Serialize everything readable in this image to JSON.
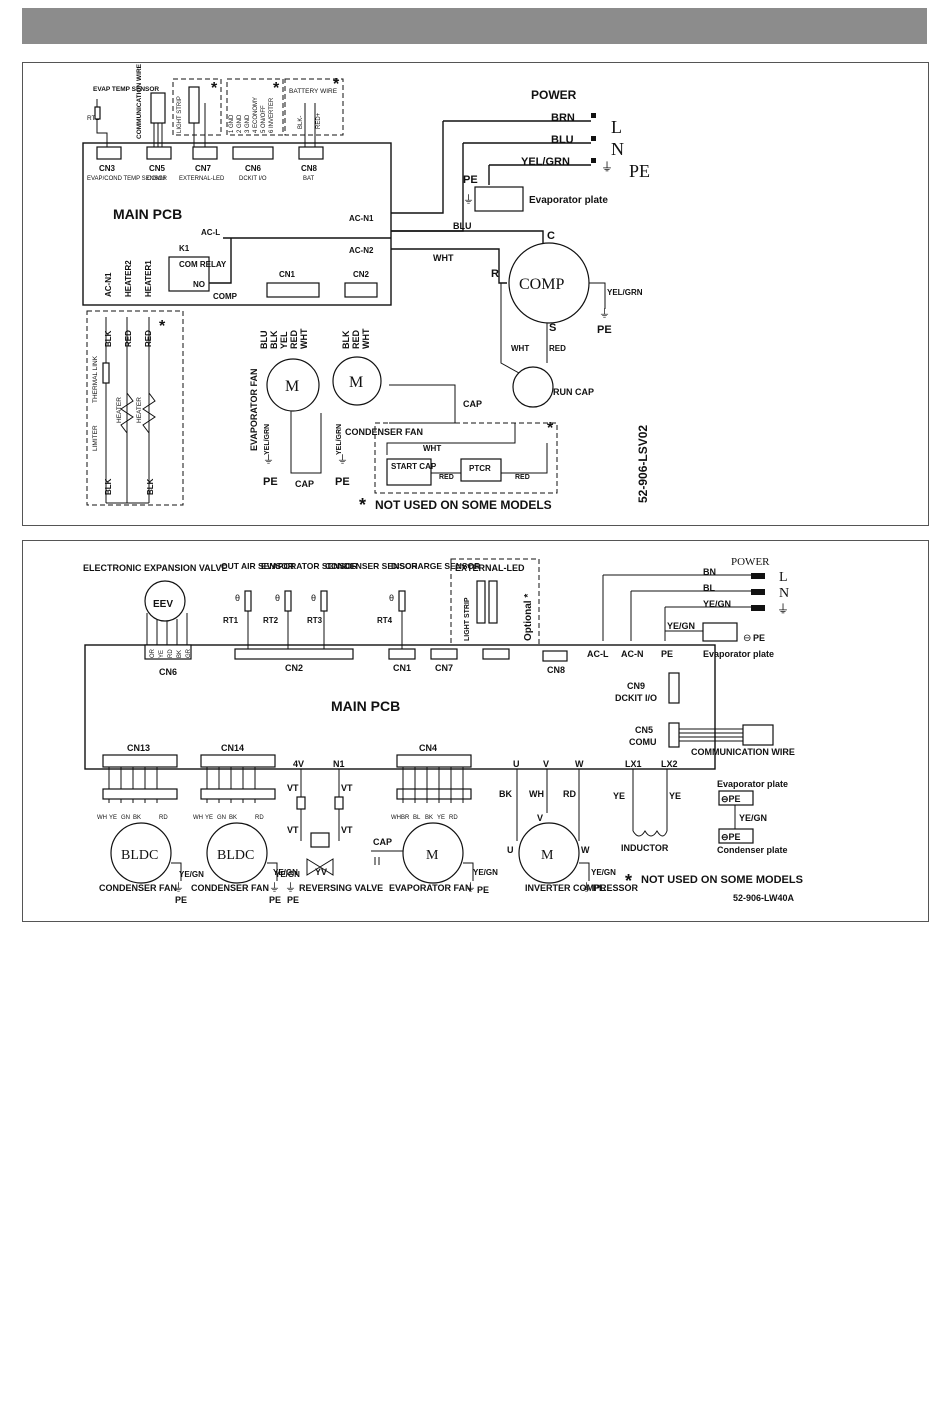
{
  "diagram1": {
    "model_code": "52-906-LSV02",
    "main_pcb": "MAIN PCB",
    "note": "NOT USED ON SOME MODELS",
    "asterisk": "*",
    "power": {
      "title": "POWER",
      "wires": [
        "BRN",
        "BLU",
        "YEL/GRN"
      ],
      "terminals": [
        "L",
        "N",
        "PE"
      ]
    },
    "pe": "PE",
    "evaporator_plate": "Evaporator plate",
    "sensors": {
      "evap_temp_sensor": "EVAP TEMP SENSOR",
      "rt1": "RT1",
      "communication_wire": "COMMUNICATION WIRE",
      "light_strip": "LIGHT STRIP",
      "battery_wire": "BATTERY WIRE",
      "blk_minus": "BLK-",
      "red_plus": "RED+",
      "dckit_pins": [
        "1 GND",
        "2 GND",
        "3 GND",
        "4 ECONOMY",
        "5 ON/OFF",
        "6 INVERTER"
      ]
    },
    "connectors": [
      {
        "id": "CN3",
        "label": "EVAP/COND TEMP SENSOR"
      },
      {
        "id": "CN5",
        "label": "COMU"
      },
      {
        "id": "CN7",
        "label": "EXTERNAL-LED"
      },
      {
        "id": "CN6",
        "label": "DCKIT I/O"
      },
      {
        "id": "CN8",
        "label": "BAT"
      }
    ],
    "ac_n1": "AC-N1",
    "ac_n2": "AC-N2",
    "ac_l": "AC-L",
    "k1": "K1",
    "com_relay": "COM RELAY",
    "no": "NO",
    "comp_terminal": "COMP",
    "wire_blu": "BLU",
    "wire_wht": "WHT",
    "wire_red": "RED",
    "wire_blk": "BLK",
    "wire_yelgrn": "YEL/GRN",
    "comp": {
      "label": "COMP",
      "c": "C",
      "r": "R",
      "s": "S"
    },
    "run_cap": "RUN CAP",
    "cn1": "CN1",
    "cn2": "CN2",
    "cn1_wires": [
      "BLU",
      "BLK",
      "YEL",
      "RED",
      "WHT"
    ],
    "cn2_wires": [
      "BLK",
      "RED",
      "WHT"
    ],
    "evaporator_fan": "EVAPORATOR  FAN",
    "condenser_fan": "CONDENSER  FAN",
    "cap": "CAP",
    "m": "M",
    "start_cap": "START CAP",
    "ptcr": "PTCR",
    "heater_labels": [
      "AC-N1",
      "HEATER2",
      "HEATER1"
    ],
    "thermal_link": "THERMAL LINK",
    "limiter": "LIMITER",
    "heater": "HEATER"
  },
  "diagram2": {
    "model_code": "52-906-LW40A",
    "main_pcb": "MAIN PCB",
    "note": "NOT USED ON SOME MODELS",
    "asterisk": "*",
    "eev": {
      "label": "ELECTRONIC EXPANSION VALVE",
      "symbol": "EEV",
      "pins": [
        "OR",
        "YE",
        "RD",
        "BK",
        "GR"
      ]
    },
    "sensors": [
      {
        "name": "OUT AIR SENSOR",
        "rt": "RT1"
      },
      {
        "name": "EVAPORATOR SENSOR",
        "rt": "RT2"
      },
      {
        "name": "CONDENSER SENSOR",
        "rt": "RT3"
      },
      {
        "name": "DISCHARGE SENSOR",
        "rt": "RT4"
      }
    ],
    "theta": "θ",
    "external_led": "EXTERNAL-LED",
    "light_strip": "LIGHT STRIP",
    "optional": "Optional *",
    "connectors": {
      "cn6": "CN6",
      "cn2": "CN2",
      "cn1": "CN1",
      "cn7": "CN7",
      "cn8": "CN8",
      "cn13": "CN13",
      "cn14": "CN14",
      "cn4": "CN4"
    },
    "cn9": {
      "id": "CN9",
      "label": "DCKIT I/O"
    },
    "cn5": {
      "id": "CN5",
      "label": "COMU"
    },
    "communication_wire": "COMMUNICATION WIRE",
    "power": {
      "title": "POWER",
      "wires": [
        "BN",
        "BL",
        "YE/GN"
      ],
      "terminals": [
        "L",
        "N"
      ]
    },
    "ac_l": "AC-L",
    "ac_n": "AC-N",
    "pe": "PE",
    "yegn": "YE/GN",
    "evaporator_plate": "Evaporator plate",
    "condenser_plate": "Condenser plate",
    "valves": {
      "v4": "4V",
      "n1": "N1",
      "vt": "VT",
      "yv": "YV"
    },
    "reversing_valve": "REVERSING VALVE",
    "condenser_fan": "CONDENSER FAN",
    "evaporator_fan": "EVAPORATOR FAN",
    "fan_pins": [
      "WH",
      "YE",
      "GN",
      "BK",
      "RD"
    ],
    "evap_pins": [
      "WH",
      "BR",
      "BL",
      "BK",
      "YE",
      "RD"
    ],
    "bldc": "BLDC",
    "cap": "CAP",
    "m": "M",
    "uvw": [
      "U",
      "V",
      "W"
    ],
    "uvw_wires": [
      "BK",
      "WH",
      "RD"
    ],
    "inverter_compressor": "INVERTER COMPRESSOR",
    "lx": [
      "LX1",
      "LX2"
    ],
    "ye": "YE",
    "inductor": "INDUCTOR"
  }
}
